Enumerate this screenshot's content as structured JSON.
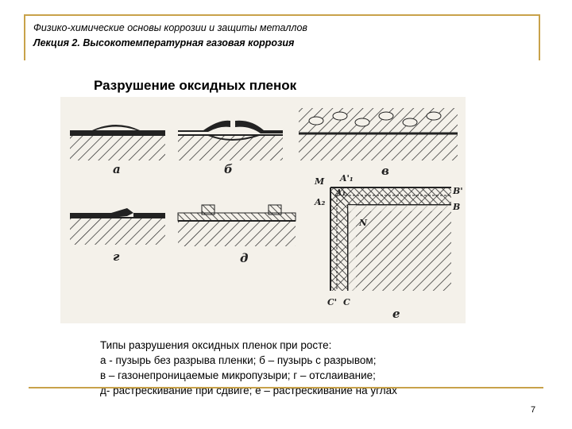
{
  "header": {
    "course": "Физико-химические основы коррозии и защиты металлов",
    "lecture": "Лекция 2. Высокотемпературная газовая коррозия"
  },
  "slide_title": "Разрушение оксидных пленок",
  "figure": {
    "panel_labels": [
      "а",
      "б",
      "в",
      "г",
      "д",
      "е"
    ],
    "diagram_labels": [
      "M",
      "A'₁",
      "A₁",
      "A₂",
      "B'",
      "B",
      "N",
      "C'",
      "C"
    ]
  },
  "caption": {
    "lines": [
      "Типы разрушения оксидных пленок при росте:",
      "а - пузырь без разрыва пленки; б – пузырь с разрывом;",
      "в – газонепроницаемые микропузыри; г – отслаивание;",
      "д- растрескивание при сдвиге; е – растрескивание на углах"
    ]
  },
  "page_number": "7",
  "colors": {
    "accent_line": "#c8a24a",
    "figure_bg": "#f4f1ea",
    "ink": "#222222"
  }
}
